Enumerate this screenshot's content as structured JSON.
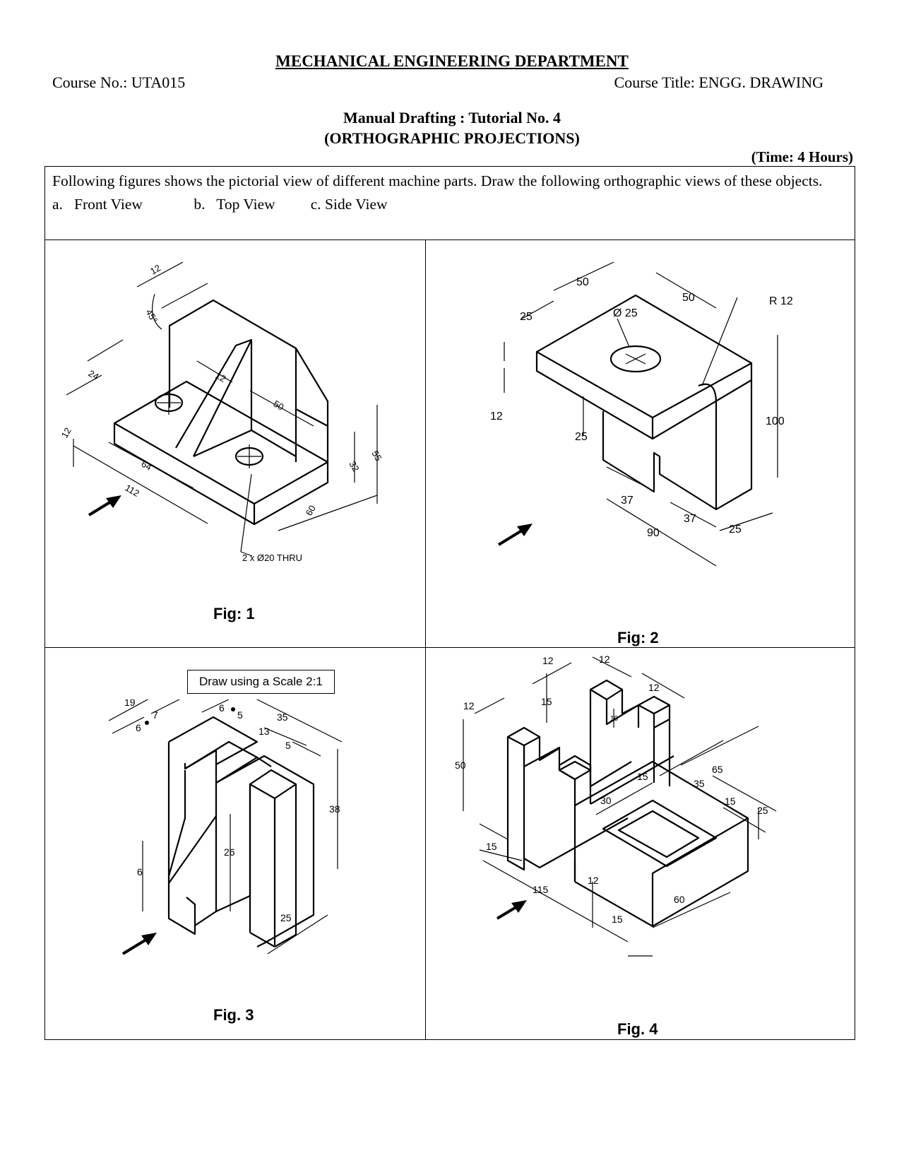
{
  "header": {
    "department": "MECHANICAL ENGINEERING DEPARTMENT",
    "course_no": "Course No.: UTA015",
    "course_title": "Course Title: ENGG. DRAWING",
    "tutorial": "Manual Drafting : Tutorial No. 4",
    "subtitle": "(ORTHOGRAPHIC PROJECTIONS)",
    "time": "(Time: 4 Hours)"
  },
  "instructions": {
    "text": "Following figures shows the pictorial view of different machine parts. Draw the following orthographic views of these objects.",
    "views": [
      "a.   Front View",
      "b.   Top View",
      "c. Side View"
    ]
  },
  "figures": {
    "fig1": {
      "caption": "Fig: 1",
      "dims": [
        "12",
        "45°",
        "24",
        "12",
        "12",
        "50",
        "64",
        "112",
        "32",
        "55",
        "60"
      ],
      "hole_note": "2 x Ø20  THRU"
    },
    "fig2": {
      "caption": "Fig: 2",
      "dims": [
        "50",
        "50",
        "25",
        "Ø 25",
        "R 12",
        "12",
        "25",
        "100",
        "37",
        "37",
        "90",
        "25"
      ]
    },
    "fig3": {
      "caption": "Fig. 3",
      "scale_note": "Draw using a Scale 2:1",
      "dims": [
        "19",
        "6",
        "7",
        "6",
        "5",
        "35",
        "13",
        "5",
        "38",
        "26",
        "6",
        "25"
      ]
    },
    "fig4": {
      "caption": "Fig. 4",
      "dims": [
        "12",
        "12",
        "12",
        "12",
        "15",
        "10",
        "50",
        "65",
        "15",
        "35",
        "30",
        "15",
        "25",
        "15",
        "115",
        "12",
        "60",
        "15"
      ]
    }
  }
}
